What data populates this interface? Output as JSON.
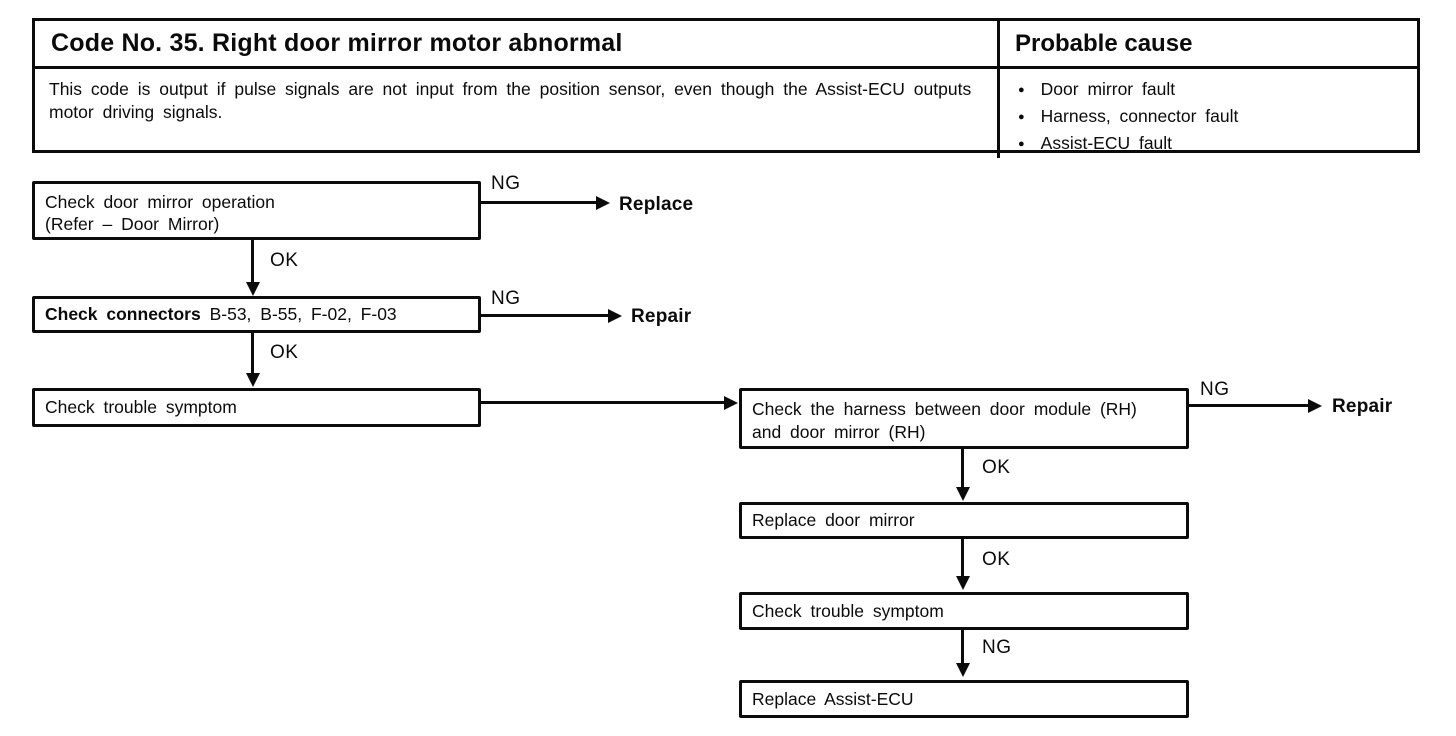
{
  "document": {
    "code_title": "Code No. 35. Right door mirror motor abnormal",
    "probable_cause_heading": "Probable cause",
    "description": "This code is output if pulse signals are not input from the position sensor, even though the Assist-ECU outputs motor driving signals.",
    "bullet_glyph": "●",
    "probable_causes": [
      "Door mirror fault",
      "Harness, connector fault",
      "Assist-ECU fault"
    ]
  },
  "flowchart": {
    "step1": {
      "line1": "Check door mirror operation",
      "line2": "(Refer – Door Mirror)"
    },
    "step1_ng": {
      "label": "NG",
      "result": "Replace"
    },
    "step1_ok": {
      "label": "OK"
    },
    "step2": {
      "bold_text": "Check connectors",
      "normal_text": "B-53, B-55, F-02, F-03"
    },
    "step2_ng": {
      "label": "NG",
      "result": "Repair"
    },
    "step2_ok": {
      "label": "OK"
    },
    "step3": {
      "text": "Check trouble symptom"
    },
    "step4": {
      "line1": "Check the harness between door module (RH)",
      "line2": "and door mirror (RH)"
    },
    "step4_ng": {
      "label": "NG",
      "result": "Repair"
    },
    "step4_ok": {
      "label": "OK"
    },
    "step5": {
      "text": "Replace door mirror"
    },
    "step5_ok": {
      "label": "OK"
    },
    "step6": {
      "text": "Check trouble symptom"
    },
    "step6_ng": {
      "label": "NG"
    },
    "step7": {
      "text": "Replace Assist-ECU"
    }
  },
  "colors": {
    "ink": "#0b0b0b",
    "paper": "#ffffff"
  }
}
